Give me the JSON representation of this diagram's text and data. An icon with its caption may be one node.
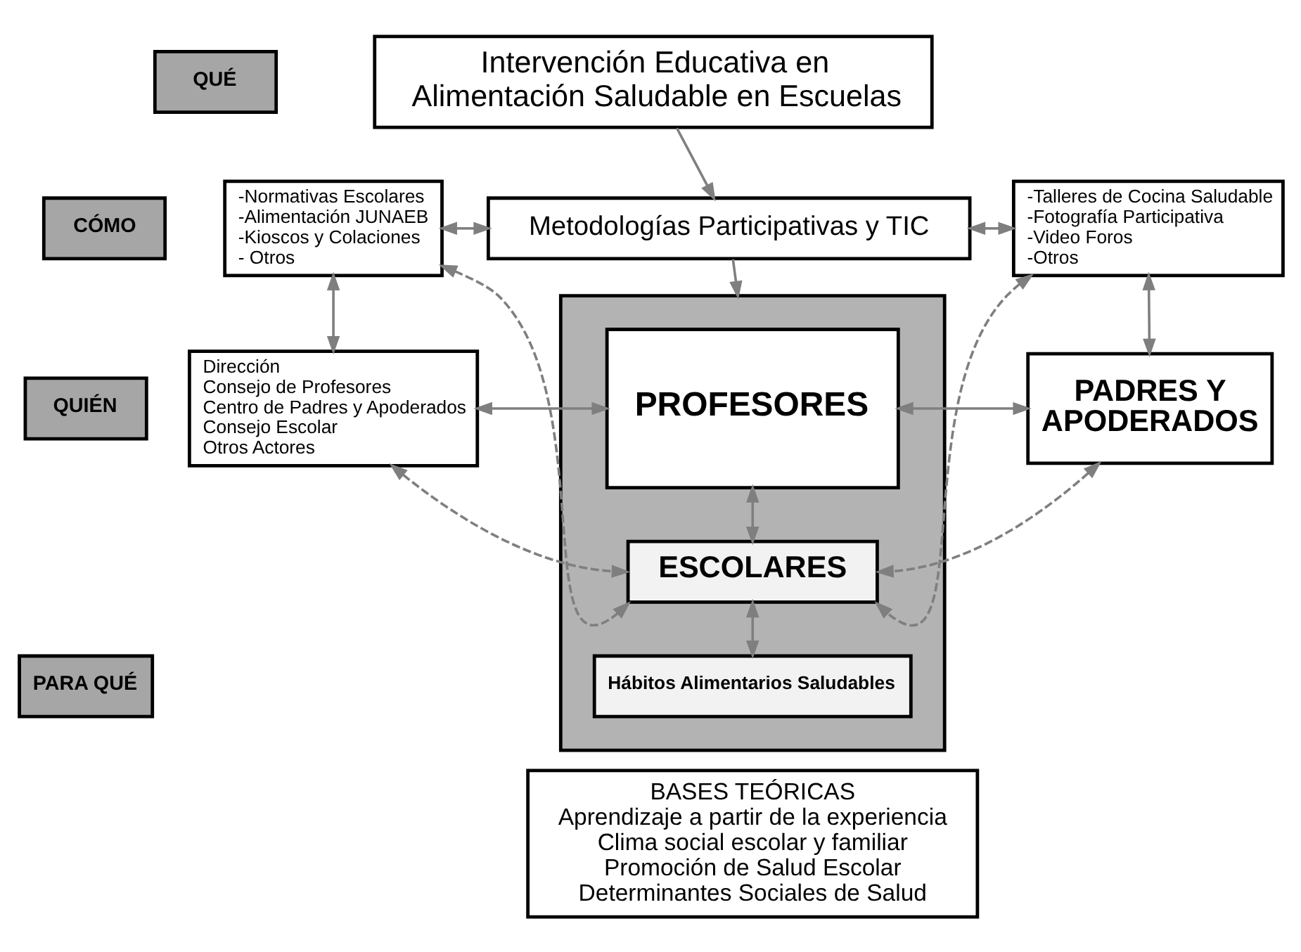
{
  "diagram": {
    "nodes": [
      {
        "text": [
          "QUÉ"
        ]
      },
      {
        "text": [
          "CÓMO"
        ]
      },
      {
        "text": [
          "QUIÉN"
        ]
      },
      {
        "text": [
          "PARA QUÉ"
        ]
      },
      {
        "text": [
          "Intervención Educativa en Alimentación Saludable en Escuelas"
        ]
      },
      {
        "text": [
          "-Normativas Escolares",
          "-Alimentación JUNAEB",
          "-Kioscos y Colaciones",
          "- Otros"
        ]
      },
      {
        "text": [
          "Metodologías Participativas y TIC"
        ]
      },
      {
        "text": [
          "-Talleres de Cocina Saludable",
          "-Fotografía Participativa",
          "-Video Foros",
          "-Otros"
        ]
      },
      {
        "text": [],
        "shape": "box"
      },
      {
        "text": [
          "Dirección",
          "Consejo de Profesores",
          "Centro de Padres y Apoderados",
          "Consejo Escolar",
          "Otros Actores"
        ]
      },
      {
        "text": [
          "PROFESORES"
        ],
        "in": 8
      },
      {
        "text": [
          "PADRES Y APODERADOS"
        ]
      },
      {
        "text": [
          "ESCOLARES"
        ],
        "in": 8
      },
      {
        "text": [
          "Hábitos Alimentarios Saludables"
        ],
        "in": 8
      },
      {
        "text": [
          "BASES TEÓRICAS",
          "Aprendizaje a partir de la experiencia",
          "Clima social escolar y familiar",
          "Promoción de Salud Escolar",
          "Determinantes Sociales de Salud"
        ]
      }
    ],
    "edges": [
      {
        "from": 4,
        "to": 6,
        "arrow": "to"
      },
      {
        "from": 5,
        "to": 6,
        "arrow": "both"
      },
      {
        "from": 6,
        "to": 7,
        "arrow": "both"
      },
      {
        "from": 6,
        "to": 8,
        "arrow": "to"
      },
      {
        "from": 5,
        "to": 9,
        "arrow": "both"
      },
      {
        "from": 7,
        "to": 11,
        "arrow": "both"
      },
      {
        "from": 9,
        "to": 10,
        "arrow": "both"
      },
      {
        "from": 10,
        "to": 11,
        "arrow": "both"
      },
      {
        "from": 10,
        "to": 12,
        "arrow": "both"
      },
      {
        "from": 12,
        "to": 13,
        "arrow": "both"
      },
      {
        "from": 9,
        "to": 12,
        "arrow": "both",
        "style": "dashed"
      },
      {
        "from": 5,
        "to": 12,
        "arrow": "both",
        "style": "dashed"
      },
      {
        "from": 11,
        "to": 12,
        "arrow": "both",
        "style": "dashed"
      },
      {
        "from": 7,
        "to": 12,
        "arrow": "both",
        "style": "dashed"
      }
    ]
  }
}
